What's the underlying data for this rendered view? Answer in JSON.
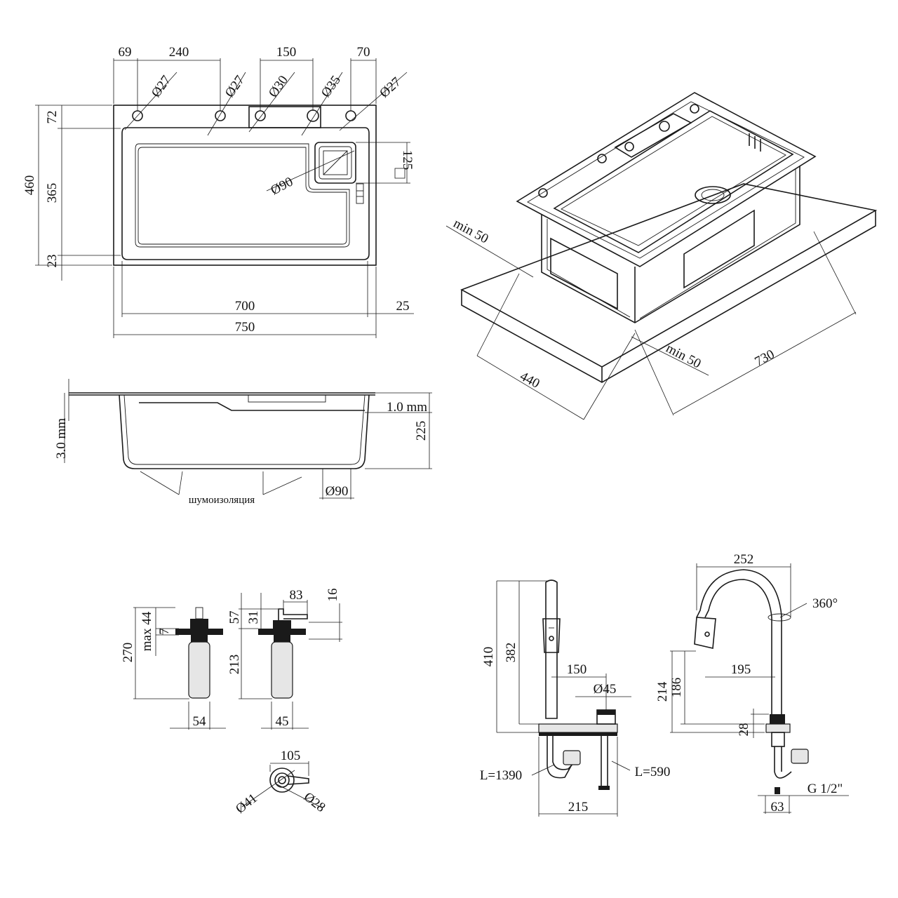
{
  "top_view": {
    "dims": {
      "d69": "69",
      "d240": "240",
      "d150": "150",
      "d70": "70",
      "o27a": "Ø27",
      "o27b": "Ø27",
      "o30": "Ø30",
      "o35": "Ø35",
      "o27c": "Ø27",
      "d72": "72",
      "d460": "460",
      "d365": "365",
      "d23": "23",
      "d125": "125",
      "o90": "Ø90",
      "d700": "700",
      "d25": "25",
      "d750": "750"
    }
  },
  "iso_view": {
    "dims": {
      "min50_left": "min 50",
      "min50_right": "min 50",
      "d730": "730",
      "d440": "440"
    }
  },
  "side_view": {
    "dims": {
      "d3mm": "3.0 mm",
      "d1mm": "1.0 mm",
      "d225": "225",
      "o90": "Ø90"
    },
    "label_insulation": "шумоизоляция"
  },
  "dispenser": {
    "dims": {
      "max44": "max 44",
      "d7": "7",
      "d270": "270",
      "d54": "54",
      "d57": "57",
      "d31": "31",
      "d83": "83",
      "d16": "16",
      "d213": "213",
      "d45": "45",
      "d105": "105",
      "o41": "Ø41",
      "o28": "Ø28"
    }
  },
  "faucet_front": {
    "dims": {
      "d410": "410",
      "d382": "382",
      "d150": "150",
      "o45": "Ø45",
      "l1390": "L=1390",
      "l590": "L=590",
      "d215": "215"
    }
  },
  "faucet_side": {
    "dims": {
      "d252": "252",
      "d360": "360°",
      "d195": "195",
      "d214": "214",
      "d186": "186",
      "d28": "28",
      "g12": "G 1/2\"",
      "d63": "63"
    }
  }
}
